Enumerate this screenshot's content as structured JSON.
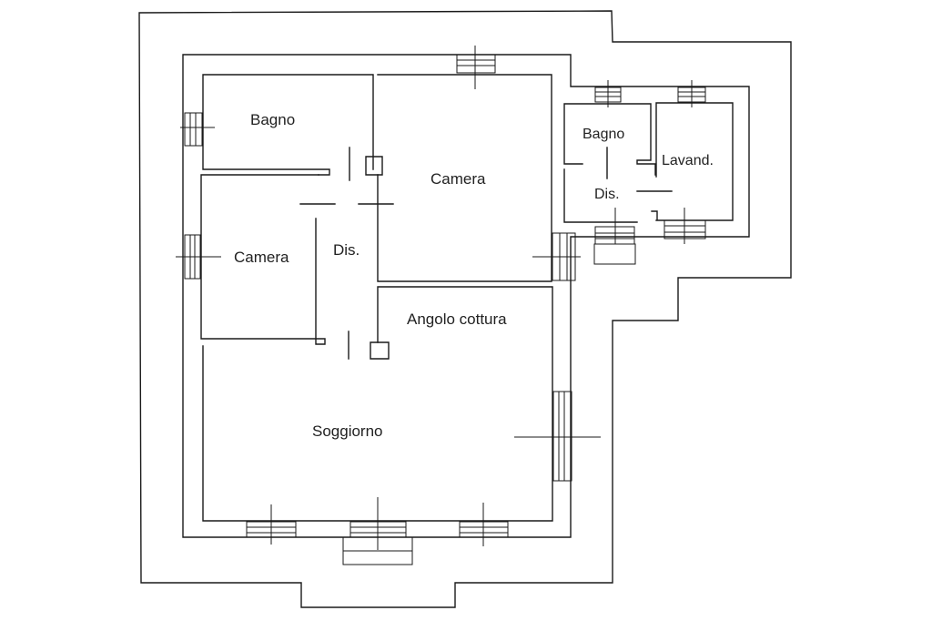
{
  "floorplan": {
    "colors": {
      "ink": "#1a1a1a",
      "background": "#ffffff"
    },
    "rooms": [
      {
        "id": "bagno-main",
        "label": "Bagno"
      },
      {
        "id": "camera-top",
        "label": "Camera"
      },
      {
        "id": "camera-left",
        "label": "Camera"
      },
      {
        "id": "dis-main",
        "label": "Dis."
      },
      {
        "id": "angolo-cottura",
        "label": "Angolo cottura"
      },
      {
        "id": "soggiorno",
        "label": "Soggiorno"
      },
      {
        "id": "bagno-annex",
        "label": "Bagno"
      },
      {
        "id": "lavanderia",
        "label": "Lavand."
      },
      {
        "id": "dis-annex",
        "label": "Dis."
      }
    ]
  }
}
